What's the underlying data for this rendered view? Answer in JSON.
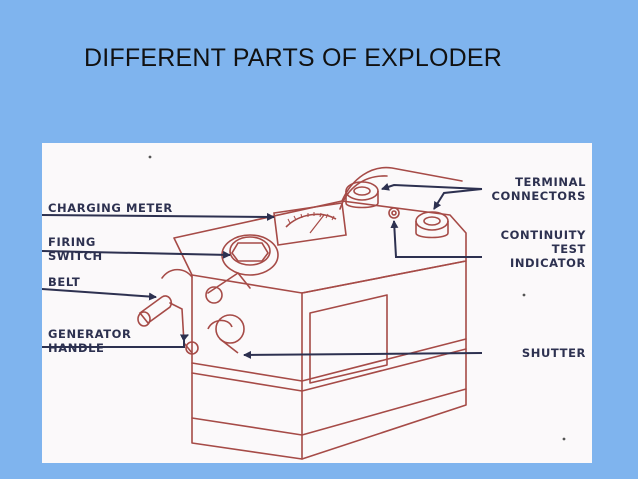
{
  "slide": {
    "title": "DIFFERENT PARTS OF EXPLODER"
  },
  "diagram": {
    "labels": {
      "charging_meter": "CHARGING METER",
      "firing_switch_line1": "FIRING",
      "firing_switch_line2": "SWITCH",
      "belt": "BELT",
      "generator_handle_line1": "GENERATOR",
      "generator_handle_line2": "HANDLE",
      "terminal_connectors_line1": "TERMINAL",
      "terminal_connectors_line2": "CONNECTORS",
      "continuity_test_indicator_line1": "CONTINUITY",
      "continuity_test_indicator_line2": "TEST",
      "continuity_test_indicator_line3": "INDICATOR",
      "shutter": "SHUTTER"
    },
    "colors": {
      "drawing": "#a64b47",
      "labels": "#2d3150",
      "arrows": "#2d3150"
    }
  }
}
